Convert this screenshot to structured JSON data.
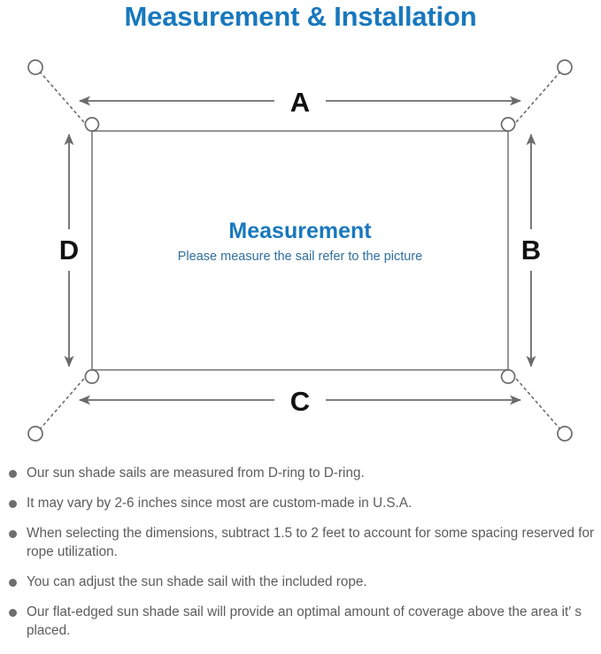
{
  "title": "Measurement & Installation",
  "diagram": {
    "center_title": "Measurement",
    "center_subtitle": "Please measure the sail refer to the picture",
    "dimension_labels": {
      "top": "A",
      "right": "B",
      "bottom": "C",
      "left": "D"
    },
    "colors": {
      "accent_blue": "#1878be",
      "subtitle_blue": "#2f6f9e",
      "line_gray": "#6b6b6b",
      "sail_outline": "#808080",
      "letter_black": "#111111"
    },
    "icon_names": {
      "anchor_ring": "anchor-ring-icon",
      "d_ring": "d-ring-icon",
      "rope": "dotted-rope-line",
      "dimension_arrow": "double-headed-arrow"
    }
  },
  "notes": [
    "Our sun shade sails are measured from D-ring to D-ring.",
    "It may vary by 2-6 inches since most are custom-made in U.S.A.",
    "When selecting the dimensions, subtract 1.5 to 2 feet to account for some spacing reserved for rope utilization.",
    "You can adjust the sun shade sail with the included rope.",
    "Our flat-edged sun shade sail will provide an optimal amount of coverage above the area it′ s placed."
  ]
}
